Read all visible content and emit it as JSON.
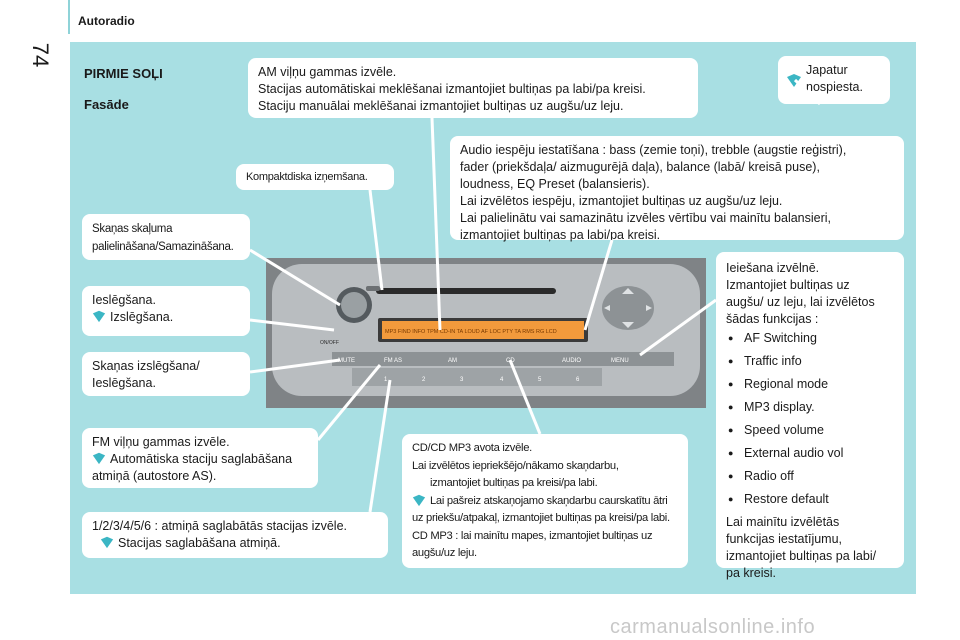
{
  "header": {
    "title": "Autoradio",
    "page_number": "74"
  },
  "section": {
    "title": "PIRMIE SOĻI",
    "subtitle": "Fasāde"
  },
  "callouts": {
    "am": {
      "lines": [
        "AM viļņu gammas izvēle.",
        "Stacijas automātiskai meklēšanai izmantojiet bultiņas pa labi/pa kreisi.",
        "Staciju manuālai meklēšanai izmantojiet bultiņas uz augšu/uz leju."
      ]
    },
    "japatur": {
      "text": "Japatur nospiesta."
    },
    "audio": {
      "lines": [
        "Audio iespēju iestatīšana : bass (zemie toņi), trebble (augstie reģistri),",
        "fader (priekšdaļa/ aizmugurējā daļa), balance (labā/ kreisā puse),",
        "loudness, EQ Preset (balansieris).",
        "Lai izvēlētos iespēju, izmantojiet bultiņas uz augšu/uz leju.",
        "Lai palielinātu vai samazinātu izvēles vērtību vai mainītu balansieri,",
        "izmantojiet bultiņas pa labi/pa kreisi."
      ]
    },
    "eject": {
      "text": "Kompaktdiska izņemšana."
    },
    "volume": {
      "lines": [
        "Skaņas skaļuma",
        "palielināšana/Samazināšana."
      ]
    },
    "onoff": {
      "line1": "Ieslēgšana.",
      "tip": "Izslēgšana."
    },
    "mute": {
      "lines": [
        "Skaņas izslēgšana/",
        "Ieslēgšana."
      ]
    },
    "fm": {
      "line1": "FM viļņu gammas izvēle.",
      "tip": "Automātiska staciju saglabāšana",
      "line3": "atmiņā (autostore AS)."
    },
    "presets": {
      "line1": "1/2/3/4/5/6 : atmiņā saglabātās stacijas izvēle.",
      "tip": "Stacijas saglabāšana atmiņā."
    },
    "cd": {
      "line1": "CD/CD MP3 avota izvēle.",
      "line2": "Lai izvēlētos iepriekšējo/nākamo skaņdarbu,",
      "line3": "izmantojiet bultiņas pa kreisi/pa labi.",
      "tip": "Lai pašreiz atskaņojamo skaņdarbu caurskatītu ātri",
      "line5": "uz priekšu/atpakaļ, izmantojiet bultiņas pa kreisi/pa labi.",
      "line6": "CD MP3 : lai mainītu mapes, izmantojiet bultiņas uz",
      "line7": "augšu/uz leju."
    },
    "menu": {
      "intro": [
        "Ieiešana izvēlnē.",
        "Izmantojiet bultiņas uz",
        "augšu/ uz leju, lai izvēlētos",
        "šādas funkcijas :"
      ],
      "items": [
        "AF Switching",
        "Traffic info",
        "Regional mode",
        "MP3 display.",
        "Speed volume",
        "External audio vol",
        "Radio off",
        "Restore default"
      ],
      "outro": [
        "Lai mainītu izvēlētās",
        "funkcijas iestatījumu,",
        "izmantojiet bultiņas pa labi/",
        "pa kreisi."
      ]
    }
  },
  "radio": {
    "buttons": {
      "mute": "MUTE",
      "fm": "FM AS",
      "am": "AM",
      "cd": "CD",
      "audio": "AUDIO",
      "menu": "MENU",
      "onoff": "ON/OFF"
    },
    "presets": [
      "1",
      "2",
      "3",
      "4",
      "5",
      "6"
    ],
    "display_text": "MP3  FIND  INFO  TPM  CD-IN  TA  LOUD  AF  LOC  PTY  TA  RMS  RG  LCD"
  },
  "footer": {
    "watermark": "carmanualsonline.info"
  },
  "colors": {
    "panel": "#a8dfe3",
    "display": "#f29a3c",
    "tip_icon": "#3bb6c4"
  }
}
